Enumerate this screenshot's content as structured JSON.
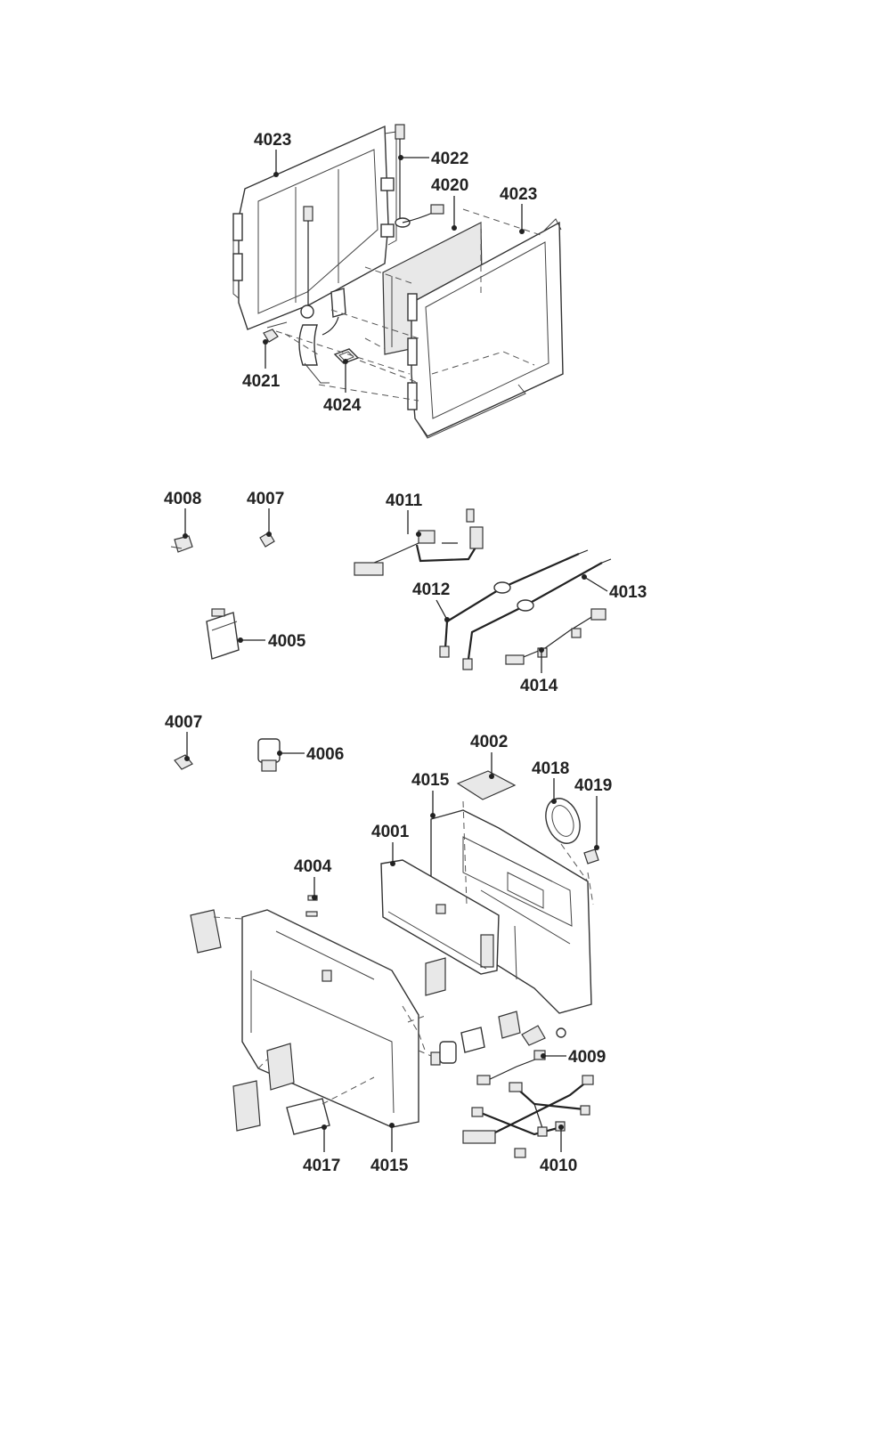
{
  "labels": {
    "p4023a": "4023",
    "p4022": "4022",
    "p4020": "4020",
    "p4023b": "4023",
    "p4021": "4021",
    "p4024": "4024",
    "p4008": "4008",
    "p4007a": "4007",
    "p4011": "4011",
    "p4012": "4012",
    "p4013": "4013",
    "p4005": "4005",
    "p4014": "4014",
    "p4007b": "4007",
    "p4006": "4006",
    "p4002": "4002",
    "p4015a": "4015",
    "p4018": "4018",
    "p4019": "4019",
    "p4001": "4001",
    "p4004": "4004",
    "p4009": "4009",
    "p4017": "4017",
    "p4015b": "4015",
    "p4010": "4010"
  },
  "icons": {
    "callout-dot": "filled-circle"
  }
}
